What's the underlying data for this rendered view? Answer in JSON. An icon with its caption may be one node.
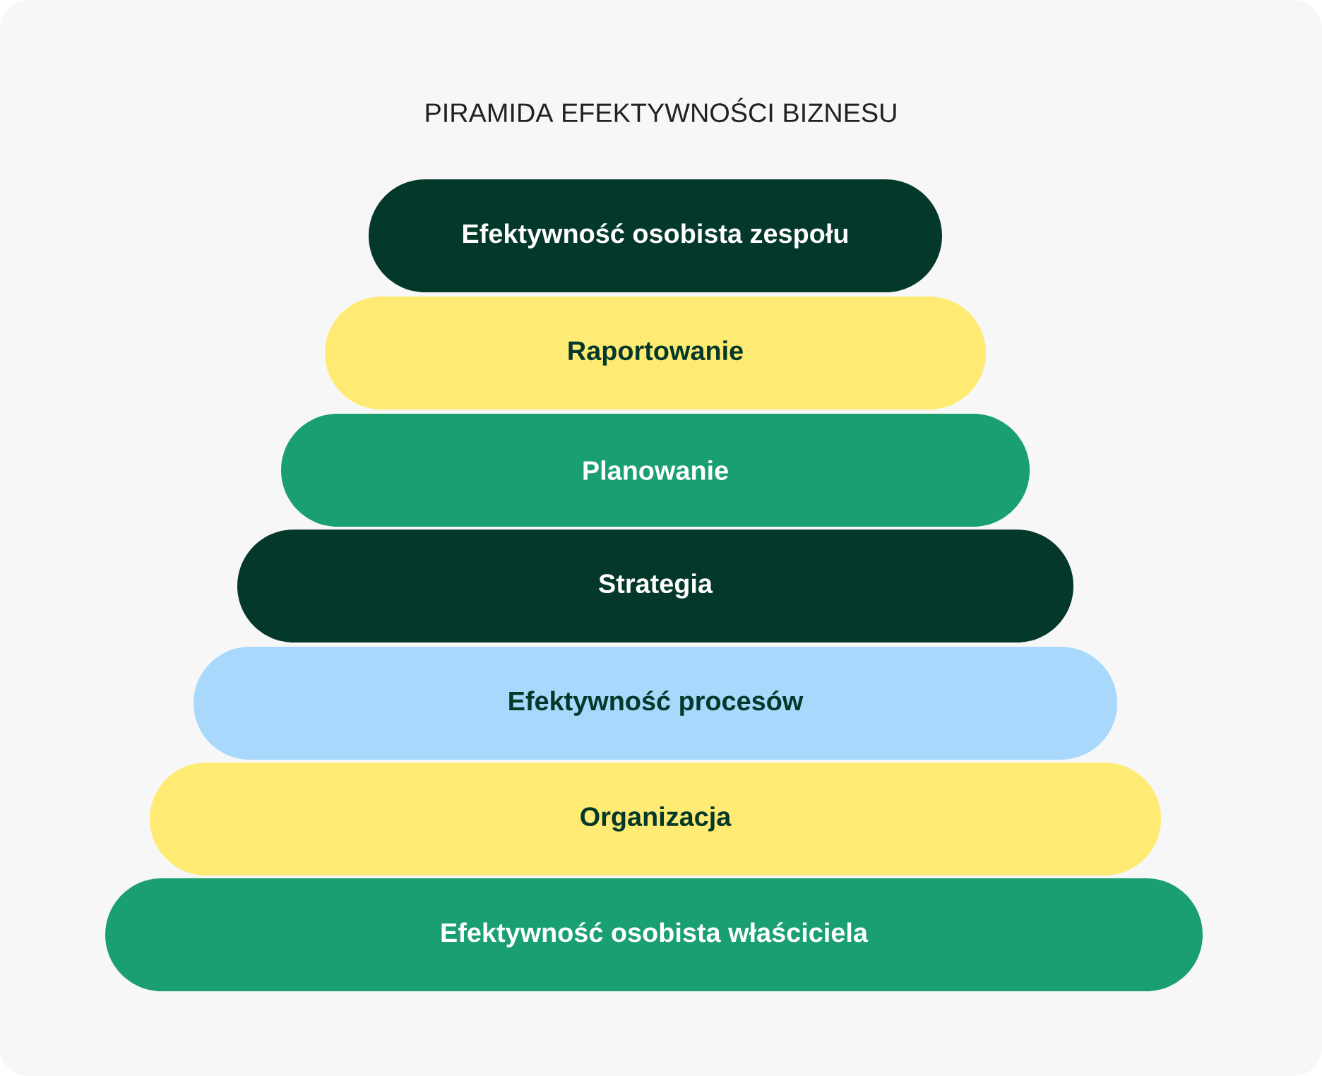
{
  "diagram": {
    "title": "PIRAMIDA EFEKTYWNOŚCI BIZNESU",
    "nodes": [
      {
        "text": [
          "Efektywność osobista zespołu"
        ]
      },
      {
        "text": [
          "Raportowanie"
        ]
      },
      {
        "text": [
          "Planowanie"
        ]
      },
      {
        "text": [
          "Strategia"
        ]
      },
      {
        "text": [
          "Efektywność procesów"
        ]
      },
      {
        "text": [
          "Organizacja"
        ]
      },
      {
        "text": [
          "Efektywność osobista właściciela"
        ]
      }
    ]
  }
}
